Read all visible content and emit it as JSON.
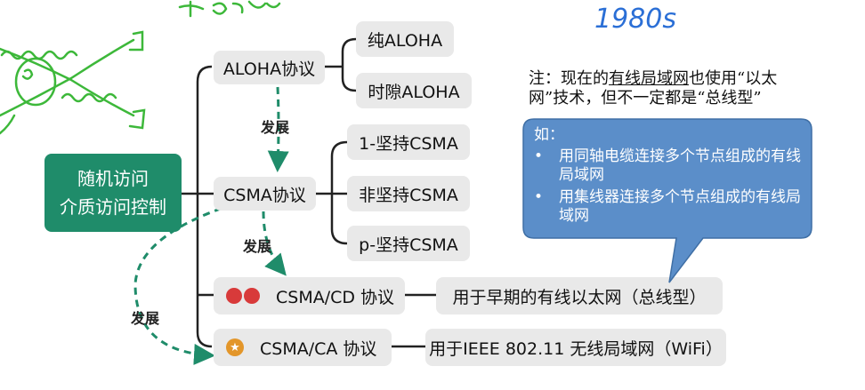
{
  "root": {
    "line1": "随机访问",
    "line2": "介质访问控制"
  },
  "protocols": {
    "aloha": "ALOHA协议",
    "csma": "CSMA协议",
    "csma_cd": "CSMA/CD 协议",
    "csma_ca": "CSMA/CA 协议"
  },
  "aloha_children": [
    "纯ALOHA",
    "时隙ALOHA"
  ],
  "csma_children": [
    "1-坚持CSMA",
    "非坚持CSMA",
    "p-坚持CSMA"
  ],
  "descriptions": {
    "cd": "用于早期的有线以太网（总线型）",
    "ca": "用于IEEE 802.11 无线局域网（WiFi）"
  },
  "edge_labels": {
    "aloha_csma": "发展",
    "csma_cd": "发展",
    "root_ca": "发展"
  },
  "note": {
    "prefix": "注：现在的",
    "underlined": "有线局域网",
    "rest1": "也使用“以太",
    "line2": "网”技术，但不一定都是“总线型”"
  },
  "bubble": {
    "title": "如：",
    "items": [
      "用同轴电缆连接多个节点组成的有线局域网",
      "用集线器连接多个节点组成的有线局域网"
    ]
  },
  "handwriting": {
    "year": "1980s"
  },
  "colors": {
    "root": "#1f8c6a",
    "node": "#e9e9e9",
    "bubble": "#5b8ec9",
    "arrow": "#1f8c6a",
    "annotation": "#3db83a"
  }
}
